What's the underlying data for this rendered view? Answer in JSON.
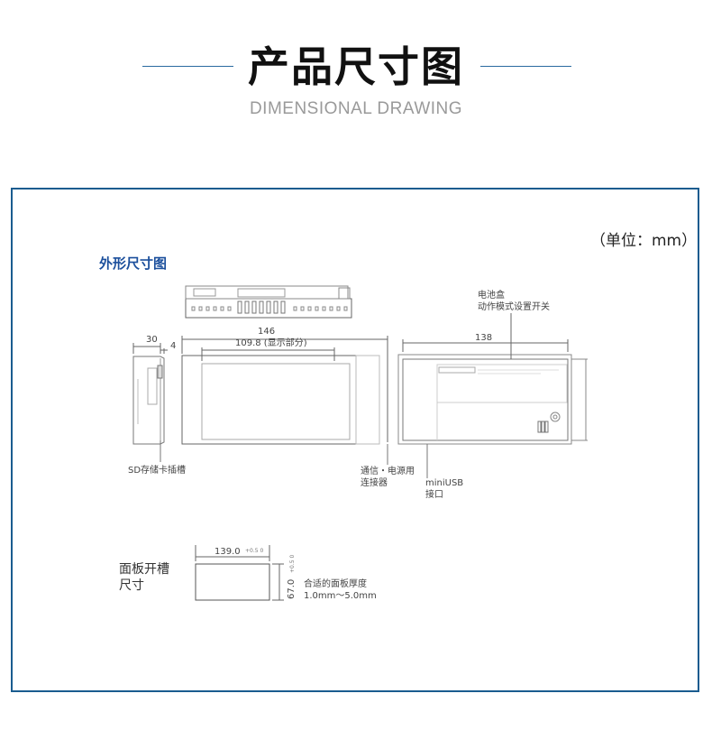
{
  "header": {
    "title": "产品尺寸图",
    "subtitle": "DIMENSIONAL DRAWING"
  },
  "unit_note": "（单位：mm）",
  "section_title": "外形尺寸图",
  "dimensions": {
    "depth": "30",
    "bezel": "4",
    "width": "146",
    "display": "109.8 (显示部分)",
    "rear_width": "138"
  },
  "callouts": {
    "battery_line1": "电池盒",
    "battery_line2": "动作模式设置开关",
    "sd_slot": "SD存储卡插槽",
    "comm_line1": "通信・电源用",
    "comm_line2": "连接器",
    "usb_line1": "miniUSB",
    "usb_line2": "接口"
  },
  "cutout": {
    "title_line1": "面板开槽",
    "title_line2": "尺寸",
    "width": "139.0",
    "width_tol": "+0.5 0",
    "height": "67.0",
    "height_tol": "+0.5 0",
    "thickness_line1": "合适的面板厚度",
    "thickness_line2": "1.0mm～5.0mm"
  },
  "colors": {
    "accent": "#1a5c8f",
    "title_blue": "#1b4f9c"
  }
}
